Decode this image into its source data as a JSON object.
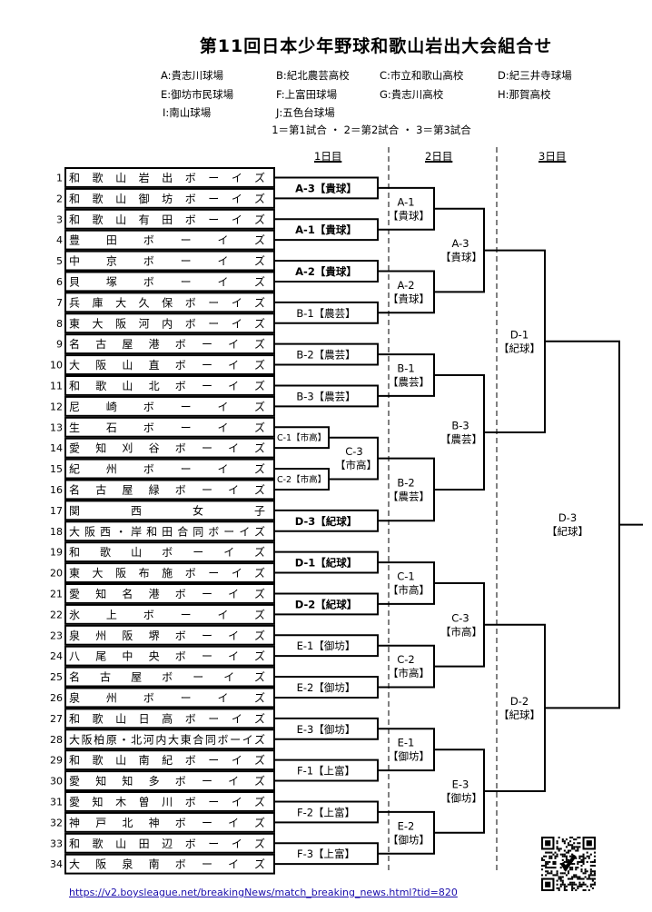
{
  "title": "第11回日本少年野球和歌山岩出大会組合せ",
  "venues": [
    {
      "code": "A",
      "name": "A:貴志川球場"
    },
    {
      "code": "B",
      "name": "B:紀北農芸高校"
    },
    {
      "code": "C",
      "name": "C:市立和歌山高校"
    },
    {
      "code": "D",
      "name": "D:紀三井寺球場"
    },
    {
      "code": "E",
      "name": "E:御坊市民球場"
    },
    {
      "code": "F",
      "name": "F:上富田球場"
    },
    {
      "code": "G",
      "name": "G:貴志川高校"
    },
    {
      "code": "H",
      "name": "H:那賀高校"
    },
    {
      "code": "I",
      "name": "I:南山球場"
    },
    {
      "code": "J",
      "name": "J:五色台球場"
    }
  ],
  "game_order_legend": "1＝第1試合 ・ 2＝第2試合 ・ 3＝第3試合",
  "days": [
    "1日目",
    "2日目",
    "3日目"
  ],
  "teams": [
    {
      "no": "1",
      "name": "和歌山岩出ボーイズ"
    },
    {
      "no": "2",
      "name": "和歌山御坊ボーイズ"
    },
    {
      "no": "3",
      "name": "和歌山有田ボーイズ"
    },
    {
      "no": "4",
      "name": "豊田ボーイズ"
    },
    {
      "no": "5",
      "name": "中京ボーイズ"
    },
    {
      "no": "6",
      "name": "貝塚ボーイズ"
    },
    {
      "no": "7",
      "name": "兵庫大久保ボーイズ"
    },
    {
      "no": "8",
      "name": "東大阪河内ボーイズ"
    },
    {
      "no": "9",
      "name": "名古屋港ボーイズ"
    },
    {
      "no": "10",
      "name": "大阪山直ボーイズ"
    },
    {
      "no": "11",
      "name": "和歌山北ボーイズ"
    },
    {
      "no": "12",
      "name": "尼崎ボーイズ"
    },
    {
      "no": "13",
      "name": "生石ボーイズ"
    },
    {
      "no": "14",
      "name": "愛知刈谷ボーイズ"
    },
    {
      "no": "15",
      "name": "紀州ボーイズ"
    },
    {
      "no": "16",
      "name": "名古屋緑ボーイズ"
    },
    {
      "no": "17",
      "name": "関西女子"
    },
    {
      "no": "18",
      "name": "大阪西・岸和田合同ボーイズ"
    },
    {
      "no": "19",
      "name": "和歌山ボーイズ"
    },
    {
      "no": "20",
      "name": "東大阪布施ボーイズ"
    },
    {
      "no": "21",
      "name": "愛知名港ボーイズ"
    },
    {
      "no": "22",
      "name": "氷上ボーイズ"
    },
    {
      "no": "23",
      "name": "泉州阪堺ボーイズ"
    },
    {
      "no": "24",
      "name": "八尾中央ボーイズ"
    },
    {
      "no": "25",
      "name": "名古屋ボーイズ"
    },
    {
      "no": "26",
      "name": "泉州ボーイズ"
    },
    {
      "no": "27",
      "name": "和歌山日高ボーイズ"
    },
    {
      "no": "28",
      "name": "大阪柏原・北河内大東合同ボーイズ"
    },
    {
      "no": "29",
      "name": "和歌山南紀ボーイズ"
    },
    {
      "no": "30",
      "name": "愛知知多ボーイズ"
    },
    {
      "no": "31",
      "name": "愛知木曽川ボーイズ"
    },
    {
      "no": "32",
      "name": "神戸北神ボーイズ"
    },
    {
      "no": "33",
      "name": "和歌山田辺ボーイズ"
    },
    {
      "no": "34",
      "name": "大阪泉南ボーイズ"
    }
  ],
  "day1_matches": [
    {
      "rows": [
        1,
        2
      ],
      "label": "A-3【貴球】",
      "bold": true
    },
    {
      "rows": [
        3,
        4
      ],
      "label": "A-1【貴球】",
      "bold": true
    },
    {
      "rows": [
        5,
        6
      ],
      "label": "A-2【貴球】",
      "bold": true
    },
    {
      "rows": [
        7,
        8
      ],
      "label": "B-1【農芸】",
      "bold": false
    },
    {
      "rows": [
        9,
        10
      ],
      "label": "B-2【農芸】",
      "bold": false
    },
    {
      "rows": [
        11,
        12
      ],
      "label": "B-3【農芸】",
      "bold": false
    },
    {
      "rows": [
        17,
        18
      ],
      "label": "D-3【紀球】",
      "bold": true
    },
    {
      "rows": [
        19,
        20
      ],
      "label": "D-1【紀球】",
      "bold": true
    },
    {
      "rows": [
        21,
        22
      ],
      "label": "D-2【紀球】",
      "bold": true
    },
    {
      "rows": [
        23,
        24
      ],
      "label": "E-1【御坊】",
      "bold": false
    },
    {
      "rows": [
        25,
        26
      ],
      "label": "E-2【御坊】",
      "bold": false
    },
    {
      "rows": [
        27,
        28
      ],
      "label": "E-3【御坊】",
      "bold": false
    },
    {
      "rows": [
        29,
        30
      ],
      "label": "F-1【上富】",
      "bold": false
    },
    {
      "rows": [
        31,
        32
      ],
      "label": "F-2【上富】",
      "bold": false
    },
    {
      "rows": [
        33,
        34
      ],
      "label": "F-3【上富】",
      "bold": false
    }
  ],
  "day1_small_matches": [
    {
      "rows": [
        13,
        14
      ],
      "label": "C-1【市高】"
    },
    {
      "rows": [
        15,
        16
      ],
      "label": "C-2【市高】"
    }
  ],
  "day1_second_match": {
    "code": "C-3",
    "venue": "【市高】"
  },
  "day2_matches": [
    {
      "code": "A-1",
      "venue": "【貴球】"
    },
    {
      "code": "A-2",
      "venue": "【貴球】"
    },
    {
      "code": "B-1",
      "venue": "【農芸】"
    },
    {
      "code": "B-2",
      "venue": "【農芸】"
    },
    {
      "code": "C-1",
      "venue": "【市高】"
    },
    {
      "code": "C-2",
      "venue": "【市高】"
    },
    {
      "code": "E-1",
      "venue": "【御坊】"
    },
    {
      "code": "E-2",
      "venue": "【御坊】"
    }
  ],
  "day2_second_matches": [
    {
      "code": "A-3",
      "venue": "【貴球】"
    },
    {
      "code": "B-3",
      "venue": "【農芸】"
    },
    {
      "code": "C-3",
      "venue": "【市高】"
    },
    {
      "code": "E-3",
      "venue": "【御坊】"
    }
  ],
  "day3_matches": [
    {
      "code": "D-1",
      "venue": "【紀球】"
    },
    {
      "code": "D-2",
      "venue": "【紀球】"
    }
  ],
  "day3_final": {
    "code": "D-3",
    "venue": "【紀球】"
  },
  "footer_url": "https://v2.boysleague.net/breakingNews/match_breaking_news.html?tid=820",
  "qr_code": {
    "icon": "qr-code-icon"
  }
}
